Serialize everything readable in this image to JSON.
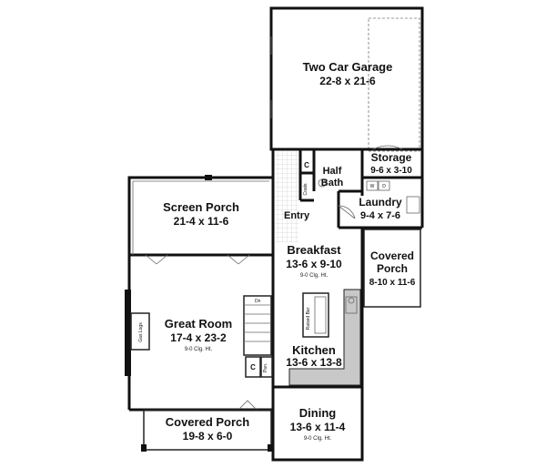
{
  "rooms": {
    "garage": {
      "name": "Two Car Garage",
      "dim": "22-8 x 21-6"
    },
    "storage": {
      "name": "Storage",
      "dim": "9-6 x 3-10"
    },
    "half_bath": {
      "name_line1": "Half",
      "name_line2": "Bath"
    },
    "laundry": {
      "name": "Laundry",
      "dim": "9-4 x 7-6"
    },
    "screen_porch": {
      "name": "Screen Porch",
      "dim": "21-4 x 11-6"
    },
    "entry": {
      "name": "Entry"
    },
    "breakfast": {
      "name": "Breakfast",
      "dim": "13-6 x 9-10",
      "clg": "9-0 Clg. Ht."
    },
    "covered_porch_right": {
      "name_line1": "Covered",
      "name_line2": "Porch",
      "dim": "8-10 x 11-6"
    },
    "great_room": {
      "name": "Great Room",
      "dim": "17-4 x 23-2",
      "clg": "9-0 Clg. Ht."
    },
    "kitchen": {
      "name": "Kitchen",
      "dim": "13-6 x 13-8"
    },
    "dining": {
      "name": "Dining",
      "dim": "13-6 x 11-4",
      "clg": "9-0 Clg. Ht."
    },
    "covered_porch_bottom": {
      "name": "Covered Porch",
      "dim": "19-8 x 6-0"
    }
  },
  "labels": {
    "closet": "C",
    "closet2": "C",
    "coats": "Coats",
    "pantry": "Pan.",
    "stairs_down": "Dn",
    "gas_logs": "Gas Logs",
    "raised_bar": "Raised Bar",
    "washer": "W",
    "dryer": "D"
  }
}
